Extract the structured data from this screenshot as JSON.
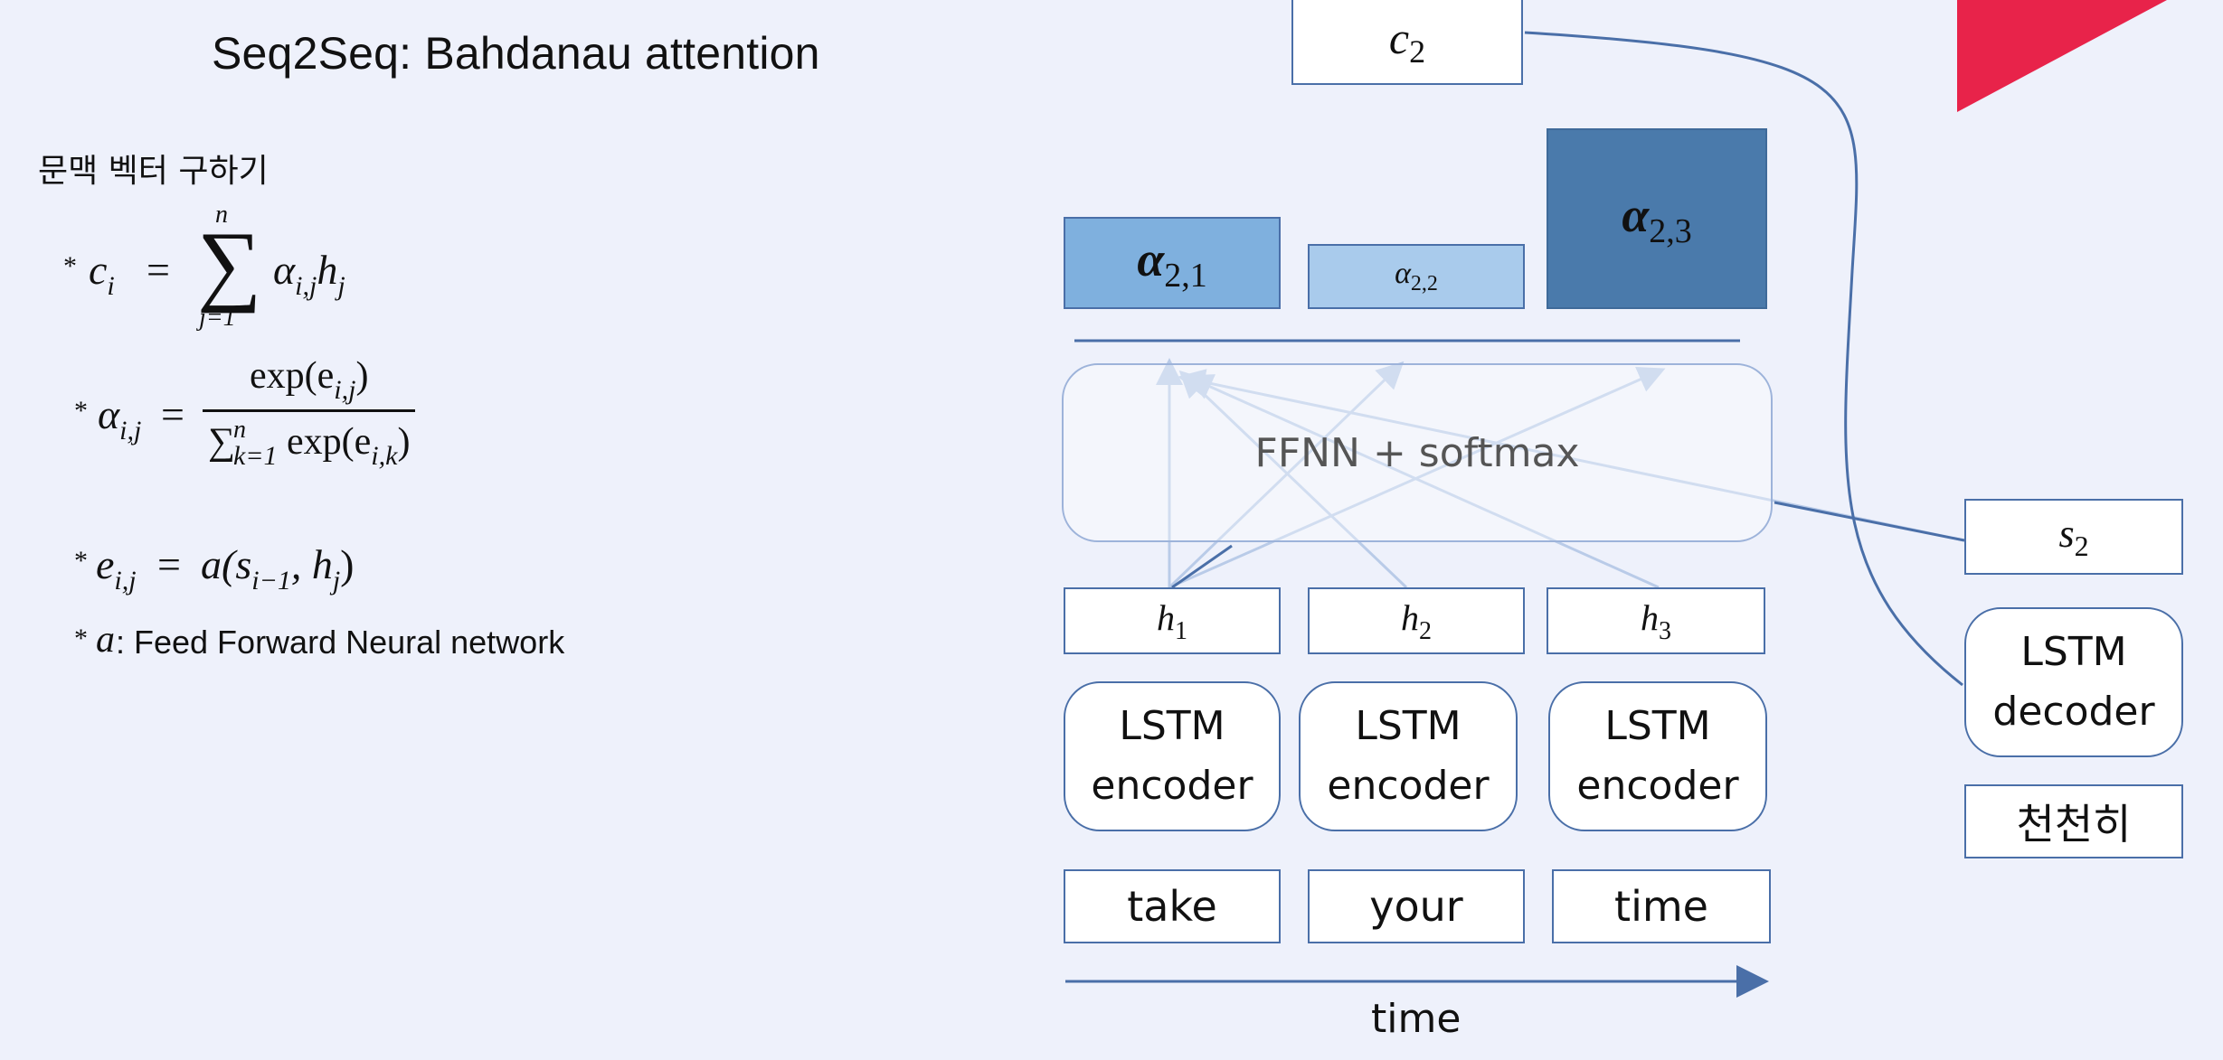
{
  "slide": {
    "title": "Seq2Seq: Bahdanau attention",
    "section_heading": "문맥 벡터 구하기"
  },
  "formulas": {
    "bullet": "*",
    "f1": {
      "lhs": "c",
      "lhs_sub": "i",
      "eq": "=",
      "sum_top": "n",
      "sum_bottom": "j=1",
      "term_alpha": "α",
      "term_alpha_sub": "i,j",
      "term_h": "h",
      "term_h_sub": "j"
    },
    "f2": {
      "lhs": "α",
      "lhs_sub": "i,j",
      "eq": "=",
      "numerator": "exp(e",
      "numerator_sub": "i,j",
      "numerator_close": ")",
      "den_sum": "∑",
      "den_sum_sup": "n",
      "den_sum_sub": "k=1",
      "den_term": " exp(e",
      "den_term_sub": "i,k",
      "den_close": ")"
    },
    "f3": {
      "lhs": "e",
      "lhs_sub": "i,j",
      "eq": "=",
      "rhs_a": "a(s",
      "rhs_a_sub": "i−1",
      "rhs_mid": ", h",
      "rhs_mid_sub": "j",
      "rhs_close": ")"
    },
    "f4": {
      "sym": "a",
      "text": ": Feed Forward Neural network"
    }
  },
  "diagram": {
    "context": {
      "label": "c",
      "sub": "2"
    },
    "alphas": [
      {
        "label": "α",
        "sub": "2,1",
        "color": "#7fb0de"
      },
      {
        "label": "α",
        "sub": "2,2",
        "color": "#a9cbec"
      },
      {
        "label": "α",
        "sub": "2,3",
        "color": "#4a7aab"
      }
    ],
    "ffnn_label": "FFNN + softmax",
    "hidden": [
      {
        "label": "h",
        "sub": "1"
      },
      {
        "label": "h",
        "sub": "2"
      },
      {
        "label": "h",
        "sub": "3"
      }
    ],
    "encoders": [
      {
        "line1": "LSTM",
        "line2": "encoder"
      },
      {
        "line1": "LSTM",
        "line2": "encoder"
      },
      {
        "line1": "LSTM",
        "line2": "encoder"
      }
    ],
    "words": [
      "take",
      "your",
      "time"
    ],
    "decoder_state": {
      "label": "s",
      "sub": "2"
    },
    "decoder": {
      "line1": "LSTM",
      "line2": "decoder"
    },
    "decoder_word": "천천히",
    "time_label": "time",
    "accent_color": "#e8234a",
    "line_color": "#4a6fa8"
  }
}
